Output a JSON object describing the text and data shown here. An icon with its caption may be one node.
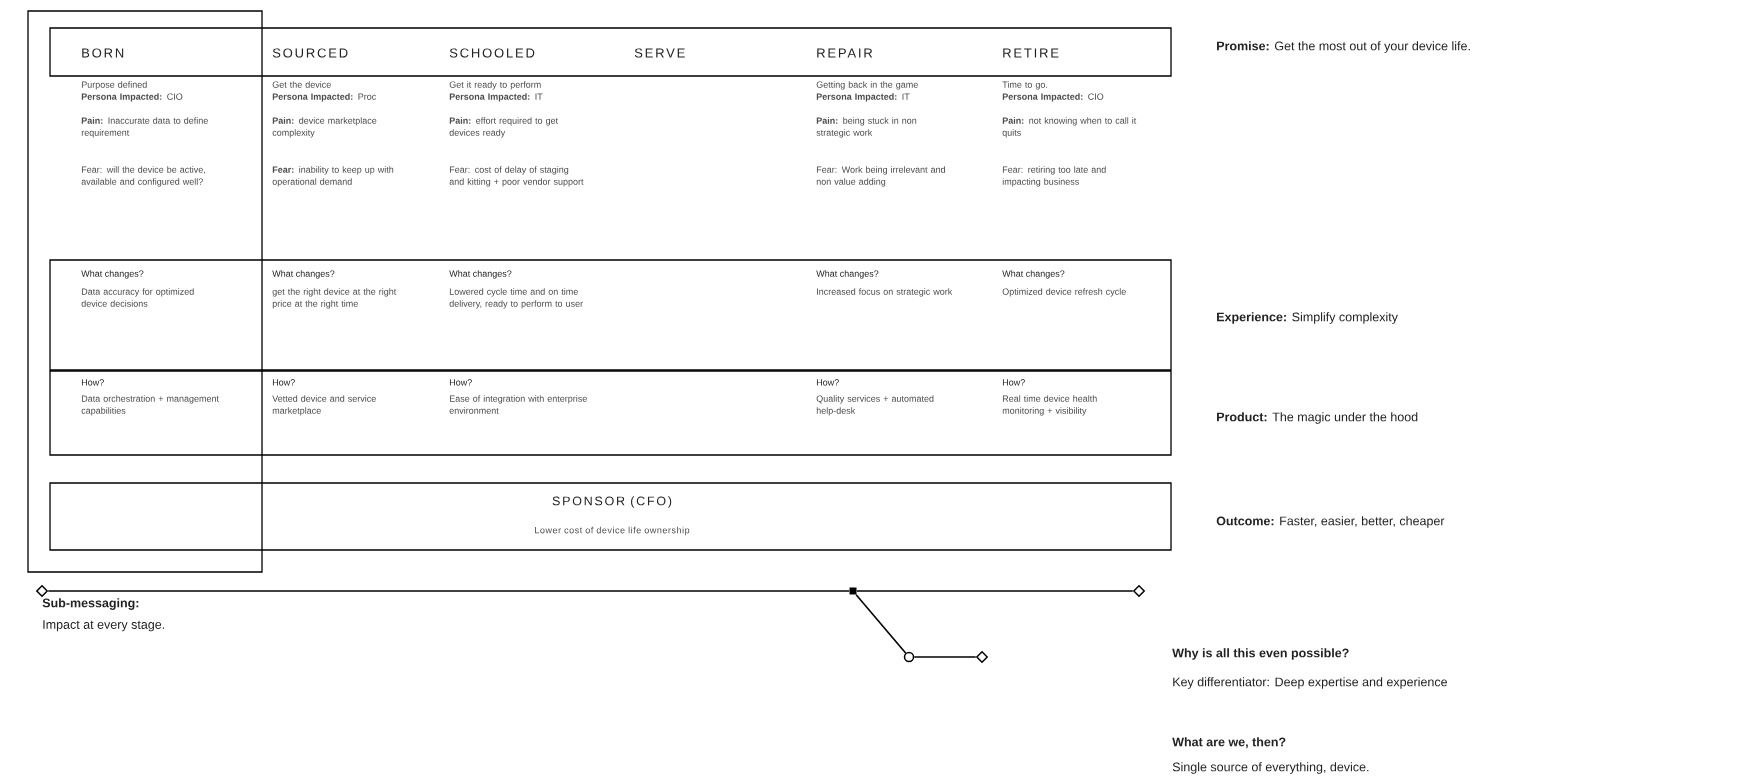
{
  "diagram": {
    "nodes": [
      {
        "text": [],
        "shape": "box"
      },
      {
        "text": [
          "BORN",
          "SOURCED",
          "SCHOOLED",
          "SERVE",
          "REPAIR",
          "RETIRE"
        ]
      },
      {
        "text": [
          "What changes?",
          "Data accuracy for optimized device decisions",
          "What changes?",
          "get the right device at the right price at the right time",
          "What changes?",
          "Lowered cycle time and on time delivery, ready to perform to user",
          "What changes?",
          "Increased focus on strategic work",
          "What changes?",
          "Optimized device refresh cycle"
        ]
      },
      {
        "text": [
          "How?",
          "Data orchestration + management capabilities",
          "How?",
          "Vetted device and service marketplace",
          "How?",
          "Ease of integration with enterprise environment",
          "How?",
          "Quality services + automated help-desk",
          "How?",
          "Real time device health monitoring + visibility"
        ]
      },
      {
        "text": [
          "SPONSOR (CFO)",
          "Lower cost of device life ownership"
        ]
      },
      {
        "text": [],
        "shape": "diamond"
      },
      {
        "text": [],
        "shape": "square"
      },
      {
        "text": [],
        "shape": "diamond"
      },
      {
        "text": [],
        "shape": "circle"
      },
      {
        "text": [],
        "shape": "diamond"
      }
    ],
    "edges": [
      {
        "from": 5,
        "to": 6,
        "arrow": "none"
      },
      {
        "from": 6,
        "to": 7,
        "arrow": "none"
      },
      {
        "from": 6,
        "to": 8,
        "arrow": "none"
      },
      {
        "from": 8,
        "to": 9,
        "arrow": "none"
      }
    ],
    "labels": [
      "Purpose defined",
      "Get the device",
      "Get it ready to perform",
      "Getting back in the game",
      "Time to go.",
      "**Persona Impacted:** CIO",
      "**Persona Impacted:** Proc",
      "**Persona Impacted:** IT",
      "**Persona Impacted:** IT",
      "**Persona Impacted:** CIO",
      "**Pain:** Inaccurate data to define requirement",
      "**Pain:** device marketplace complexity",
      "**Pain:** effort required to get devices ready",
      "**Pain:** being stuck in non strategic work",
      "**Pain:** not knowing when to call it quits",
      "Fear: will the device be active, available and configured well?",
      "**Fear:** inability to keep up with operational demand",
      "Fear: cost of delay of staging and kitting + poor vendor support",
      "Fear: Work being irrelevant and non value adding",
      "Fear: retiring too late and impacting business",
      "**Promise:** Get the most out of your device life.",
      "**Experience:** Simplify complexity",
      "**Product:** The magic under the hood",
      "**Outcome:** Faster, easier, better, cheaper",
      "Sub-messaging:",
      "Impact at every stage.",
      "Why is all this even possible?",
      "Key differentiator: Deep expertise and experience",
      "What are we, then?",
      "Single source of everything, device."
    ]
  }
}
